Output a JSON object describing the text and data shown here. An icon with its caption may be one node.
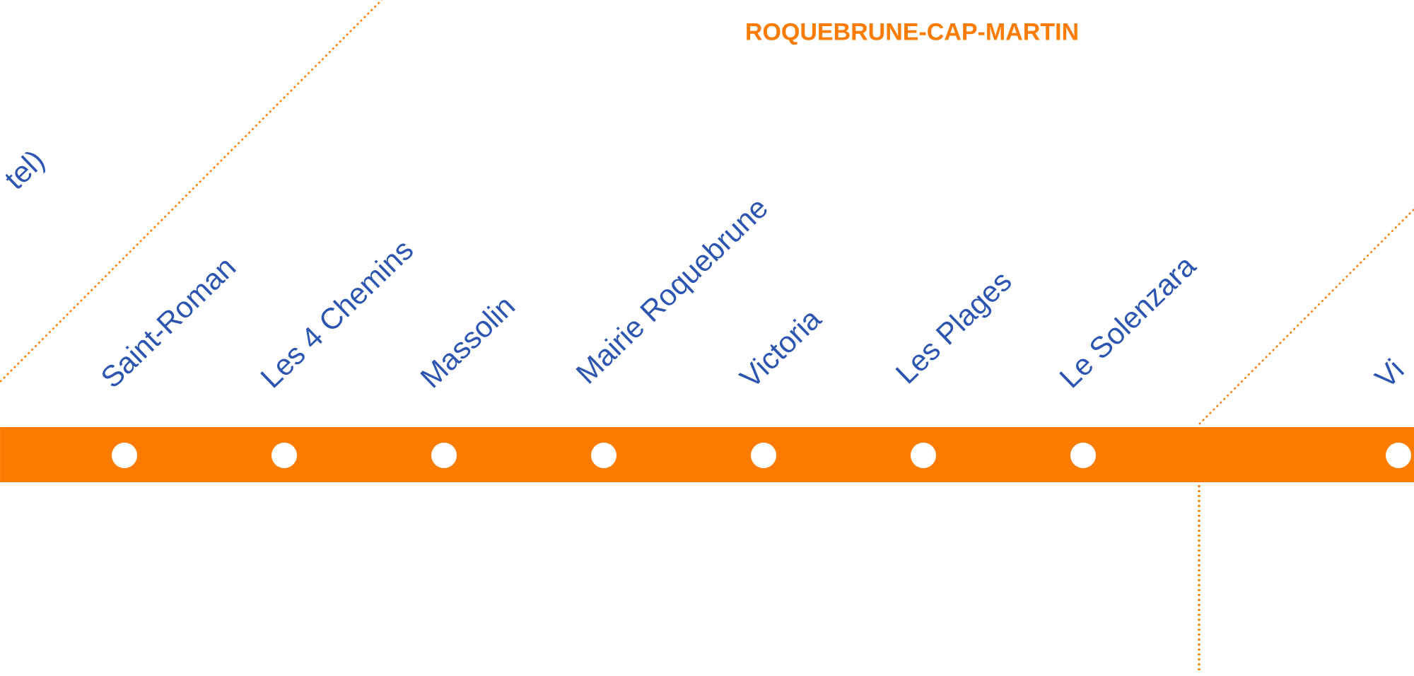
{
  "diagram": {
    "nodes": [
      {
        "text": [],
        "shape": "circle",
        "beside": [
          "Saint-Roman"
        ]
      },
      {
        "text": [],
        "shape": "circle",
        "beside": [
          "Les 4 Chemins"
        ]
      },
      {
        "text": [],
        "shape": "circle",
        "beside": [
          "Massolin"
        ]
      },
      {
        "text": [],
        "shape": "circle",
        "beside": [
          "Mairie Roquebrune"
        ]
      },
      {
        "text": [],
        "shape": "circle",
        "beside": [
          "Victoria"
        ]
      },
      {
        "text": [],
        "shape": "circle",
        "beside": [
          "Les Plages"
        ]
      },
      {
        "text": [],
        "shape": "circle",
        "beside": [
          "Le Solenzara"
        ]
      },
      {
        "text": [],
        "shape": "circle",
        "beside": [
          "Vi"
        ]
      }
    ],
    "labels": [
      "ROQUEBRUNE-CAP-MARTIN",
      "tel)"
    ]
  }
}
